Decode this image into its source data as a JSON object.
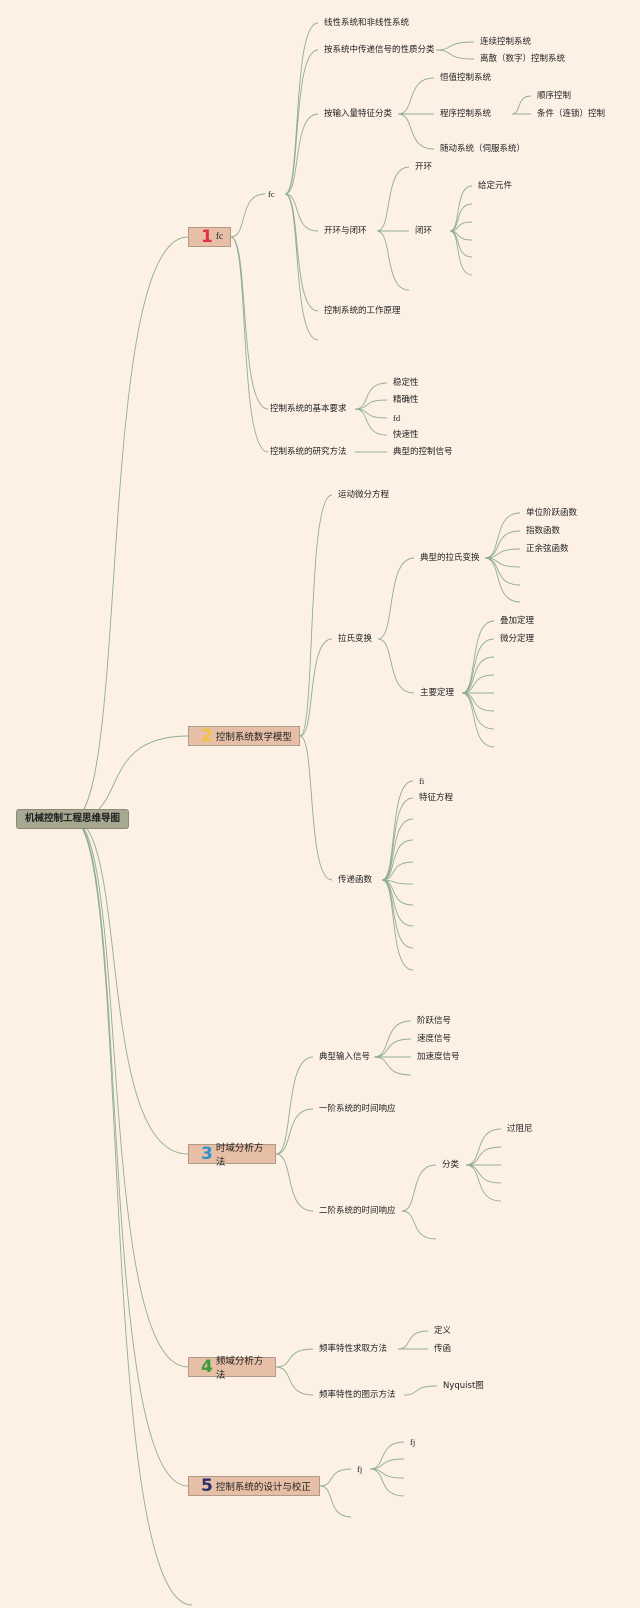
{
  "title": "机械控制工程思维导图",
  "colors": {
    "background": "#fdf1e6",
    "line": "#8fae92",
    "branch_box": "#e6bfa6",
    "root_box": "#a7a892"
  },
  "branches": [
    {
      "num": "1",
      "num_color": "#e0313f",
      "label": "fc",
      "fc": {
        "label": "fc",
        "items": {
          "linear": "线性系统和非线性系统",
          "signal_class": "按系统中传递信号的性质分类",
          "continuous": "连续控制系统",
          "discrete": "离散（数字）控制系统",
          "io_class": "按输入量特征分类",
          "constant": "恒值控制系统",
          "program": "程序控制系统",
          "sequence": "顺序控制",
          "conditional": "条件（连锁）控制",
          "servo": "随动系统（伺服系统）",
          "open_closed": "开环与闭环",
          "open": "开环",
          "closed": "闭环",
          "given_elem": "给定元件",
          "principle": "控制系统的工作原理"
        }
      },
      "basic_req": {
        "label": "控制系统的基本要求",
        "items": [
          "稳定性",
          "精确性",
          "fd",
          "快速性"
        ]
      },
      "research": {
        "label": "控制系统的研究方法",
        "child": "典型的控制信号"
      }
    },
    {
      "num": "2",
      "num_color": "#f4c23e",
      "label": "控制系统数学模型",
      "motion_eq": "运动微分方程",
      "laplace": "拉氏变换",
      "typical_laplace": "典型的拉氏变换",
      "typical_items": [
        "单位阶跃函数",
        "指数函数",
        "正余弦函数"
      ],
      "main_theorem": "主要定理",
      "theorem_items": [
        "叠加定理",
        "微分定理"
      ],
      "transfer": "传递函数",
      "transfer_items": [
        "fi",
        "特征方程"
      ]
    },
    {
      "num": "3",
      "num_color": "#2f93d2",
      "label": "时域分析方法",
      "typical_input": "典型输入信号",
      "input_items": [
        "阶跃信号",
        "速度信号",
        "加速度信号"
      ],
      "first_order": "一阶系统的时间响应",
      "second_order": "二阶系统的时间响应",
      "classify": "分类",
      "overdamped": "过阻尼"
    },
    {
      "num": "4",
      "num_color": "#3c9c3a",
      "label": "频域分析方法",
      "freq_method": "频率特性求取方法",
      "freq_items": [
        "定义",
        "传函"
      ],
      "freq_plot": "频率特性的图示方法",
      "nyquist": "Nyquist图"
    },
    {
      "num": "5",
      "num_color": "#2a2f6f",
      "label": "控制系统的设计与校正",
      "fj_outer": "fj",
      "fj_inner": "fj"
    }
  ]
}
